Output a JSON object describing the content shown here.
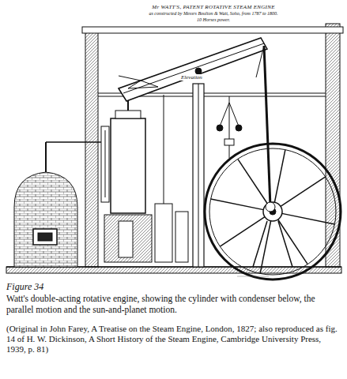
{
  "diagram": {
    "title": "Mr WATT'S, PATENT ROTATIVE STEAM ENGINE",
    "caption": "Watt's double-acting rotative engine, showing the cylinder with condenser below, the parallel motion and the sun-and-planet motion.",
    "labels": [
      "as constructed by Messrs Boulton & Watt, Soho, from 1787 to 1800.",
      "10 Horses power.",
      "Elevation",
      "Figure 34",
      "(Original in John Farey, A Treatise on the Steam Engine, London, 1827; also reproduced as fig. 14 of H. W. Dickinson, A Short History of the Steam Engine, Cambridge University Press, 1939, p. 81)"
    ]
  }
}
